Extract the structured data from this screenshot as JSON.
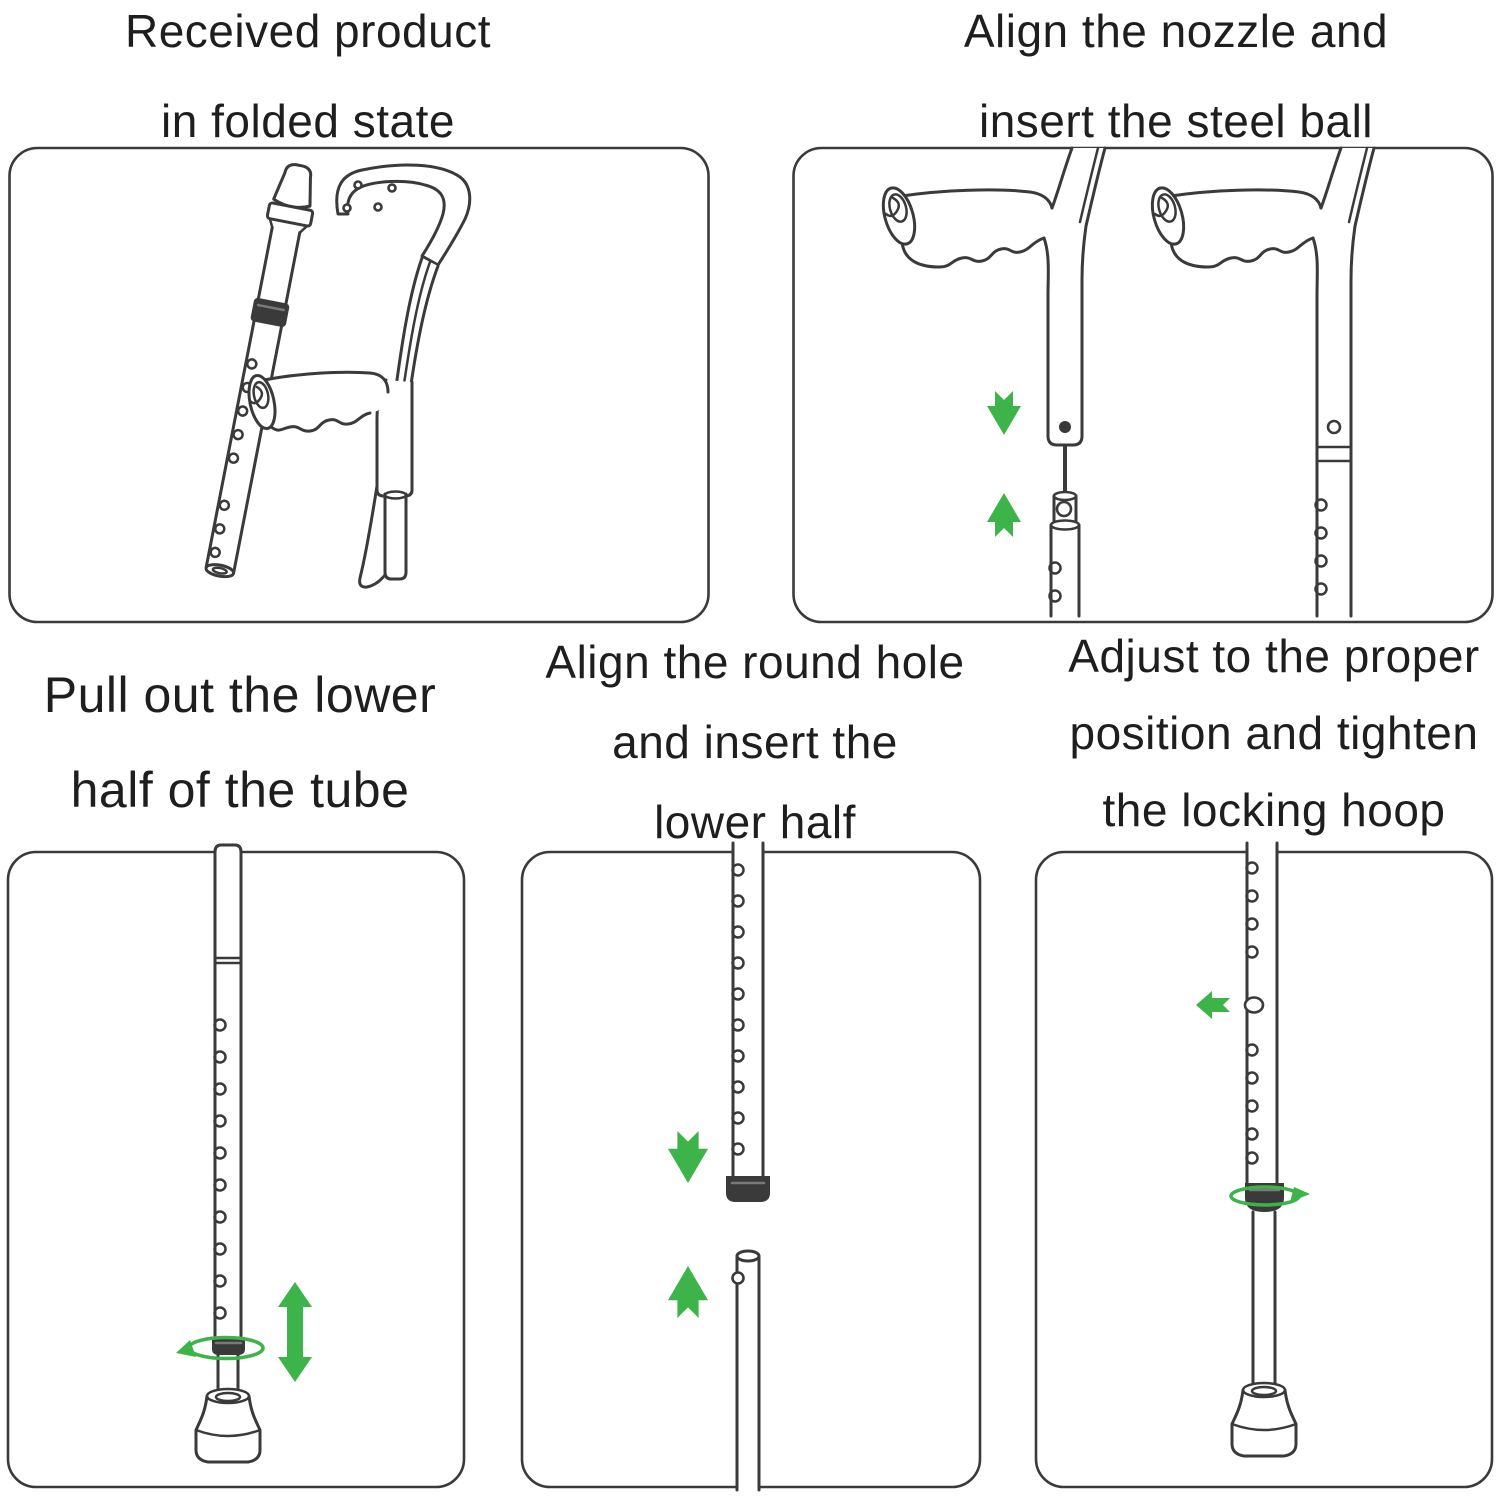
{
  "figure": {
    "background": "#ffffff",
    "line_color": "#3a3a3a",
    "accent_green": "#3cb44a",
    "text_color": "#1e1e1e"
  },
  "steps": [
    {
      "id": "step-1",
      "caption_lines": [
        "Received product",
        "in folded state"
      ],
      "illustration": "crutch-in-folded-state"
    },
    {
      "id": "step-2",
      "caption_lines": [
        "Align the nozzle and",
        "insert the steel ball"
      ],
      "illustration": "two-crutches-steel-ball"
    },
    {
      "id": "step-3",
      "caption_lines": [
        "Pull out the lower",
        "half of the tube"
      ],
      "illustration": "tube-pull-out-lower-half"
    },
    {
      "id": "step-4",
      "caption_lines": [
        "Align the round hole",
        "and insert the",
        "lower half"
      ],
      "illustration": "tube-align-round-hole"
    },
    {
      "id": "step-5",
      "caption_lines": [
        "Adjust to the proper",
        "position and tighten",
        "the locking hoop"
      ],
      "illustration": "tube-tighten-locking-hoop"
    }
  ]
}
